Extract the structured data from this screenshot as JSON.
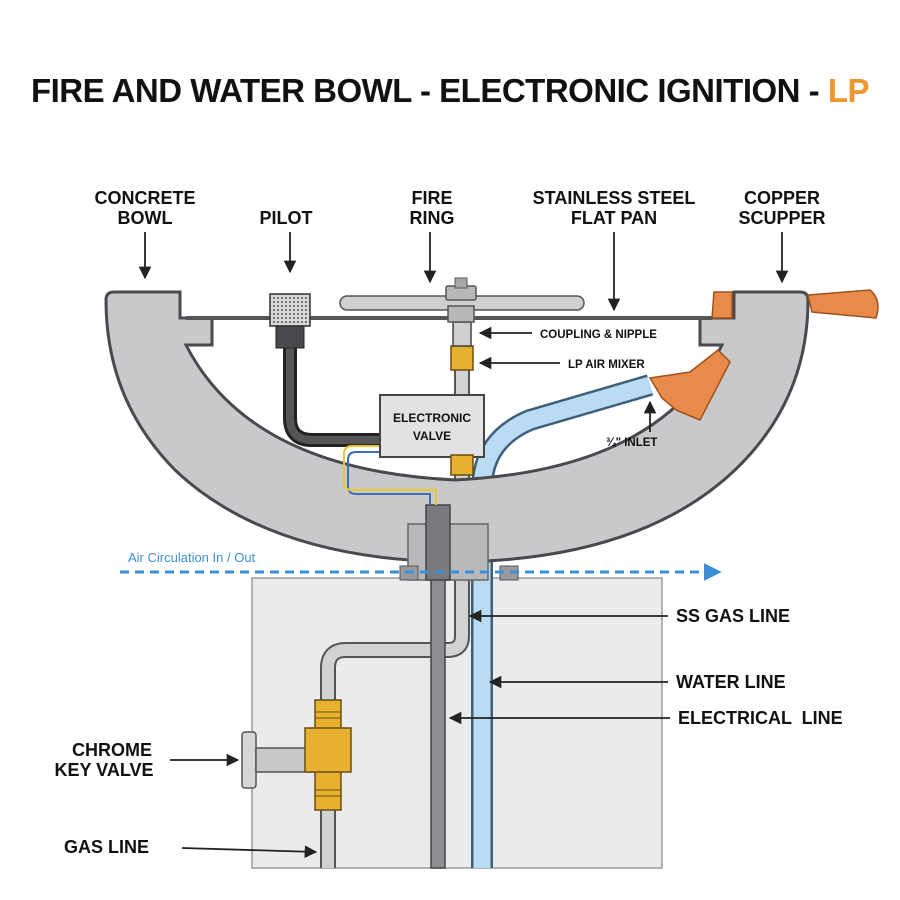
{
  "title": {
    "main": "FIRE AND WATER BOWL - ELECTRONIC IGNITION - ",
    "fuel": "LP",
    "fuel_color": "#f0962e"
  },
  "labels": {
    "concrete_bowl_1": "CONCRETE",
    "concrete_bowl_2": "BOWL",
    "pilot": "PILOT",
    "fire_ring_1": "FIRE",
    "fire_ring_2": "RING",
    "flat_pan_1": "STAINLESS STEEL",
    "flat_pan_2": "FLAT PAN",
    "copper_scupper_1": "COPPER",
    "copper_scupper_2": "SCUPPER",
    "coupling_nipple": "COUPLING & NIPPLE",
    "lp_air_mixer": "LP AIR MIXER",
    "electronic_valve_1": "ELECTRONIC",
    "electronic_valve_2": "VALVE",
    "inlet": "¾\" INLET",
    "air_circulation": "Air Circulation In / Out",
    "ss_gas_line": "SS GAS LINE",
    "water_line": "WATER LINE",
    "electrical_line": "ELECTRICAL  LINE",
    "chrome_key_valve_1": "CHROME",
    "chrome_key_valve_2": "KEY VALVE",
    "gas_line": "GAS LINE"
  },
  "colors": {
    "concrete": "#c9c9cc",
    "concrete_stroke": "#4a4a4e",
    "copper": "#e88a4a",
    "water_line": "#b9dcf2",
    "air_arrow": "#3b8fd6",
    "brass": "#e8b030"
  }
}
